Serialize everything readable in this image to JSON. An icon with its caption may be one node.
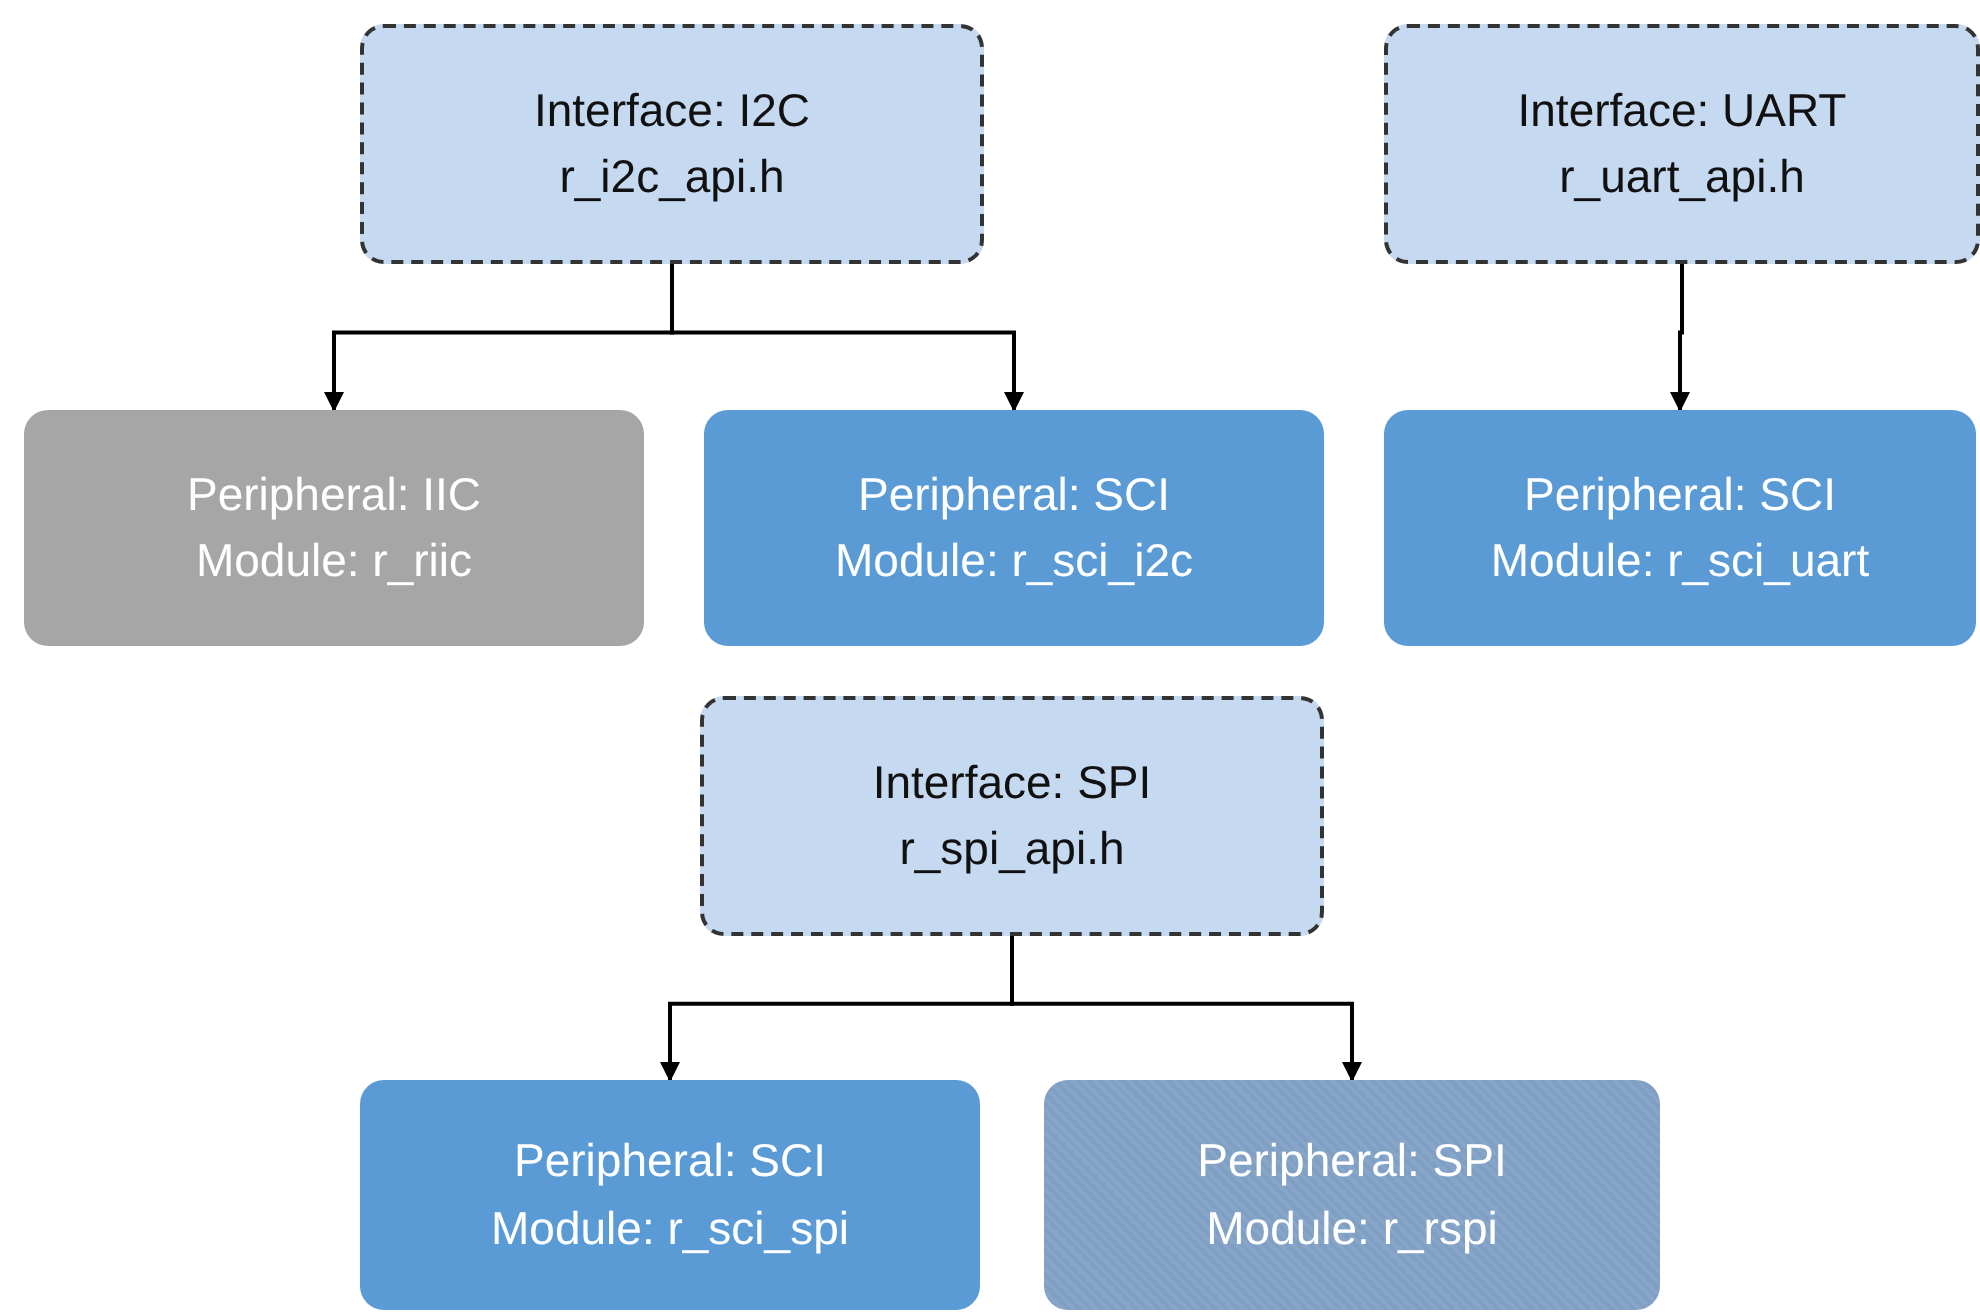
{
  "diagram": {
    "nodes": [
      {
        "text": [
          "Interface: I2C",
          "r_i2c_api.h"
        ]
      },
      {
        "text": [
          "Interface: UART",
          "r_uart_api.h"
        ]
      },
      {
        "text": [
          "Peripheral: IIC",
          "Module: r_riic"
        ]
      },
      {
        "text": [
          "Peripheral: SCI",
          "Module: r_sci_i2c"
        ]
      },
      {
        "text": [
          "Peripheral: SCI",
          "Module: r_sci_uart"
        ]
      },
      {
        "text": [
          "Interface: SPI",
          "r_spi_api.h"
        ]
      },
      {
        "text": [
          "Peripheral: SCI",
          "Module: r_sci_spi"
        ]
      },
      {
        "text": [
          "Peripheral: SPI",
          "Module: r_rspi"
        ]
      }
    ],
    "edges": [
      {
        "from": 0,
        "to": 2,
        "arrow": "to"
      },
      {
        "from": 0,
        "to": 3,
        "arrow": "to"
      },
      {
        "from": 1,
        "to": 4,
        "arrow": "to"
      },
      {
        "from": 5,
        "to": 6,
        "arrow": "to"
      },
      {
        "from": 5,
        "to": 7,
        "arrow": "to"
      }
    ]
  }
}
